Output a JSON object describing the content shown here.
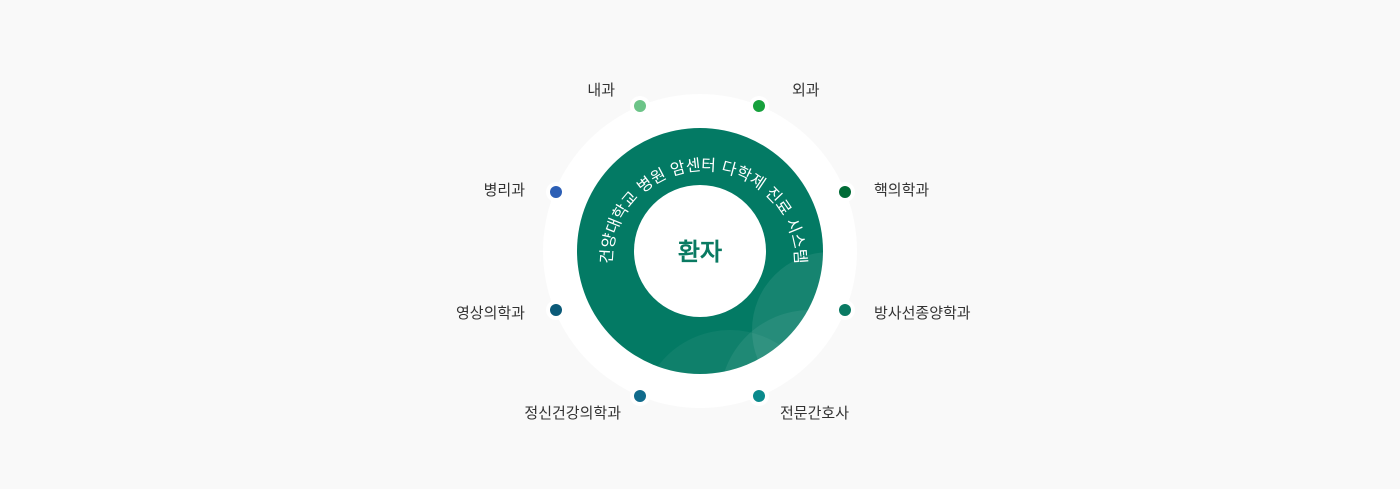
{
  "center": {
    "label": "환자",
    "color": "#0a7a62"
  },
  "ring": {
    "title": "건양대학교 병원 암센터 다학제 진료 시스템",
    "color": "#037a64"
  },
  "departments": [
    {
      "label": "내과",
      "color": "#6cc488"
    },
    {
      "label": "외과",
      "color": "#16a03c"
    },
    {
      "label": "핵의학과",
      "color": "#006b37"
    },
    {
      "label": "방사선종양학과",
      "color": "#0a7a63"
    },
    {
      "label": "전문간호사",
      "color": "#0a8a8c"
    },
    {
      "label": "정신건강의학과",
      "color": "#116b8c"
    },
    {
      "label": "영상의학과",
      "color": "#0b5a78"
    },
    {
      "label": "병리과",
      "color": "#2c5fb5"
    }
  ]
}
